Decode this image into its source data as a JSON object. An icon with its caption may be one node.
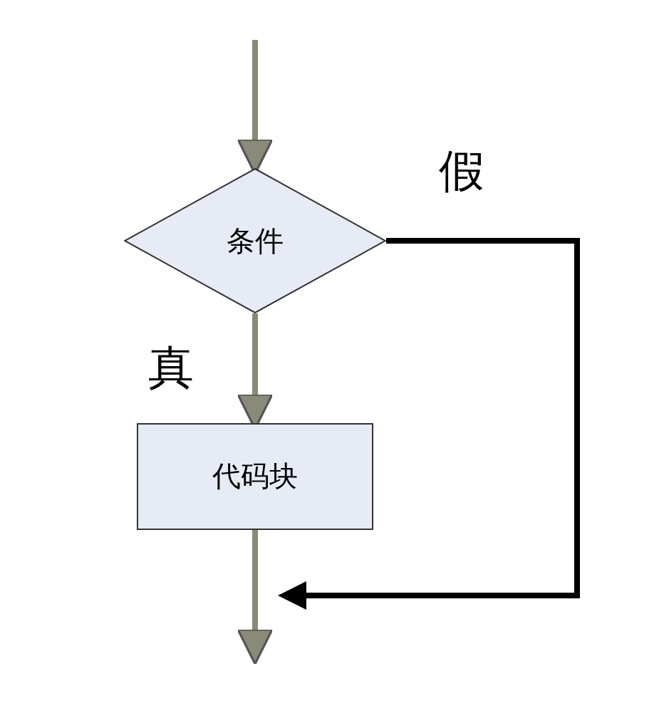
{
  "diagram": {
    "nodes": [
      {
        "text": [
          "条件"
        ]
      },
      {
        "text": [
          "代码块"
        ]
      }
    ],
    "edges": [
      {
        "from": null,
        "to": 0,
        "arrow": "to"
      },
      {
        "from": 0,
        "to": 1,
        "arrow": "to",
        "label": "真"
      },
      {
        "from": 1,
        "to": null,
        "arrow": "to"
      },
      {
        "from": 0,
        "to": null,
        "arrow": "to",
        "label": "假",
        "color": "#000000"
      }
    ]
  }
}
